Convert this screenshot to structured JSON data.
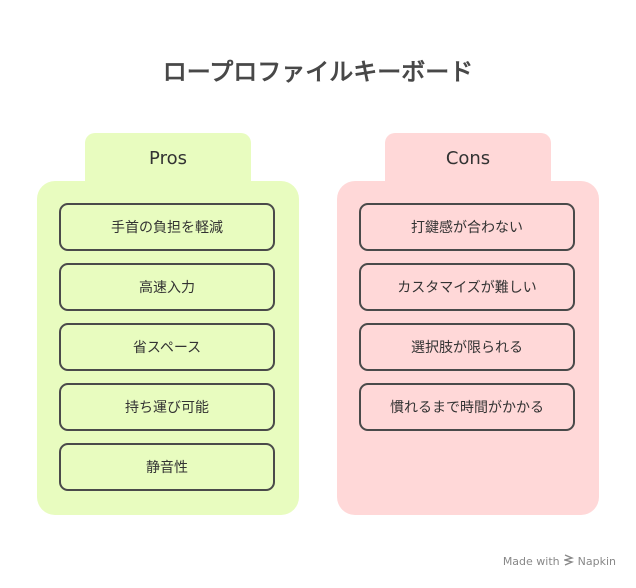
{
  "title": "ロープロファイルキーボード",
  "pros": {
    "label": "Pros",
    "items": [
      "手首の負担を軽減",
      "高速入力",
      "省スペース",
      "持ち運び可能",
      "静音性"
    ]
  },
  "cons": {
    "label": "Cons",
    "items": [
      "打鍵感が合わない",
      "カスタマイズが難しい",
      "選択肢が限られる",
      "慣れるまで時間がかかる"
    ]
  },
  "watermark": {
    "prefix": "Made with",
    "brand": "Napkin",
    "icon": "napkin-logo-icon"
  },
  "colors": {
    "pros_bg": "#e8fcbf",
    "cons_bg": "#ffd8d8",
    "border": "#4a4a4a"
  }
}
